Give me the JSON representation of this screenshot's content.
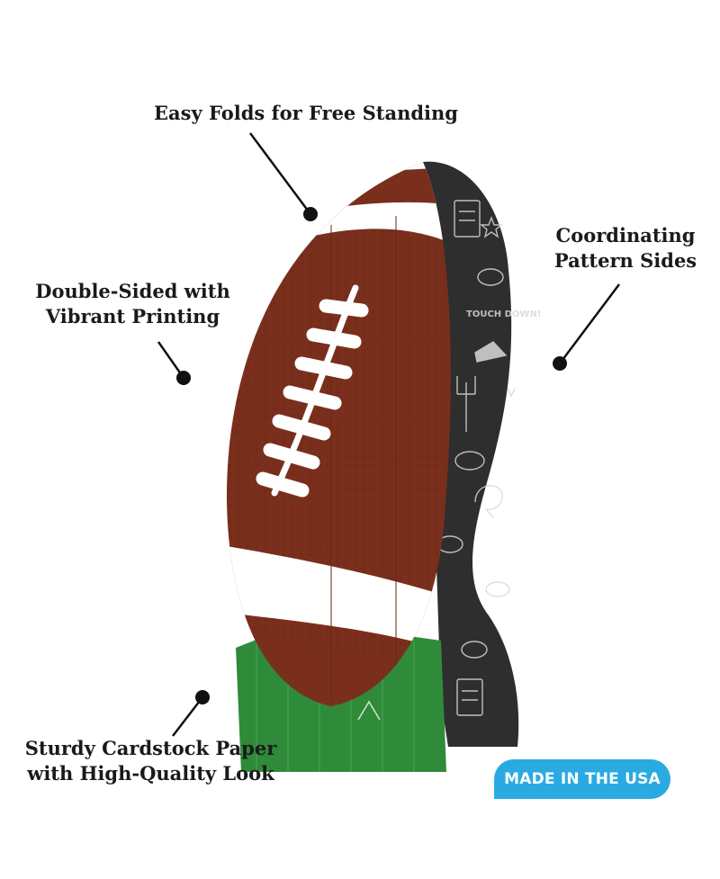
{
  "callouts": {
    "easy_folds": "Easy Folds for Free Standing",
    "double_sided_line1": "Double-Sided with",
    "double_sided_line2": "Vibrant Printing",
    "coordinating_line1": "Coordinating",
    "coordinating_line2": "Pattern Sides",
    "sturdy_line1": "Sturdy Cardstock Paper",
    "sturdy_line2": "with High-Quality Look"
  },
  "badge": {
    "label": "MADE IN THE USA"
  },
  "pattern_text": {
    "touchdown": "TOUCH DOWN!"
  },
  "colors": {
    "football_brown": "#7a2f1c",
    "stripe_white": "#ffffff",
    "turf_green": "#2f8a3a",
    "pattern_dark": "#2e2e2e",
    "badge_blue": "#29abe2"
  },
  "icons": [
    "football-centerpiece-image",
    "callout-dot-icon",
    "clipboard-icon",
    "helmet-icon",
    "goalpost-icon",
    "cleat-icon",
    "star-icon"
  ]
}
